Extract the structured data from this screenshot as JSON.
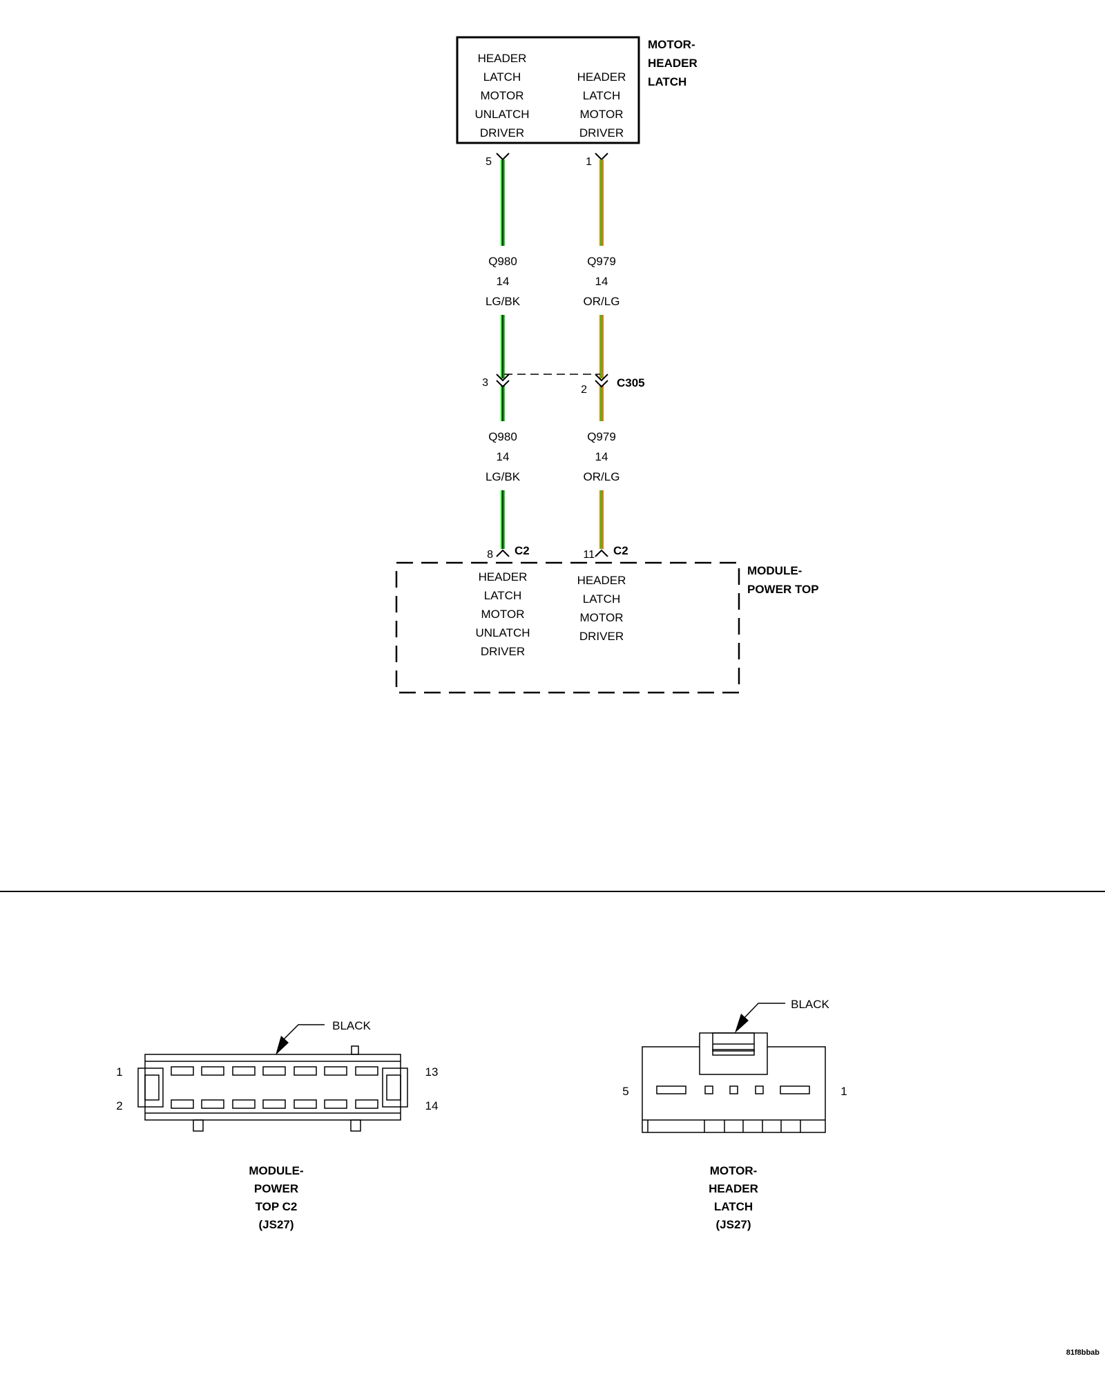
{
  "motor_header_latch": {
    "title_lines": [
      "MOTOR-",
      "HEADER",
      "LATCH"
    ],
    "unlatch_label": [
      "HEADER",
      "LATCH",
      "MOTOR",
      "UNLATCH",
      "DRIVER"
    ],
    "driver_label": [
      "HEADER",
      "LATCH",
      "MOTOR",
      "DRIVER"
    ],
    "pin_unlatch": "5",
    "pin_driver": "1"
  },
  "wires": {
    "left": {
      "circuit": "Q980",
      "gauge": "14",
      "color_code": "LG/BK",
      "color": "#22cc22",
      "tracer": "#000000"
    },
    "right": {
      "circuit": "Q979",
      "gauge": "14",
      "color_code": "OR/LG",
      "color": "#e07a10",
      "tracer": "#22cc22"
    }
  },
  "connector_c305": {
    "name": "C305",
    "pin_left": "3",
    "pin_right": "2"
  },
  "module_power_top": {
    "title_lines": [
      "MODULE-",
      "POWER TOP"
    ],
    "unlatch_label": [
      "HEADER",
      "LATCH",
      "MOTOR",
      "UNLATCH",
      "DRIVER"
    ],
    "driver_label": [
      "HEADER",
      "LATCH",
      "MOTOR",
      "DRIVER"
    ],
    "pin_left": "8",
    "pin_right": "11",
    "connector": "C2"
  },
  "connector_views": {
    "module": {
      "color_label": "BLACK",
      "pins": [
        "1",
        "2",
        "13",
        "14"
      ],
      "caption": [
        "MODULE-",
        "POWER",
        "TOP C2",
        "(JS27)"
      ]
    },
    "motor": {
      "color_label": "BLACK",
      "pins": [
        "5",
        "1"
      ],
      "caption": [
        "MOTOR-",
        "HEADER",
        "LATCH",
        "(JS27)"
      ]
    }
  },
  "doc_id": "81f8bbab"
}
